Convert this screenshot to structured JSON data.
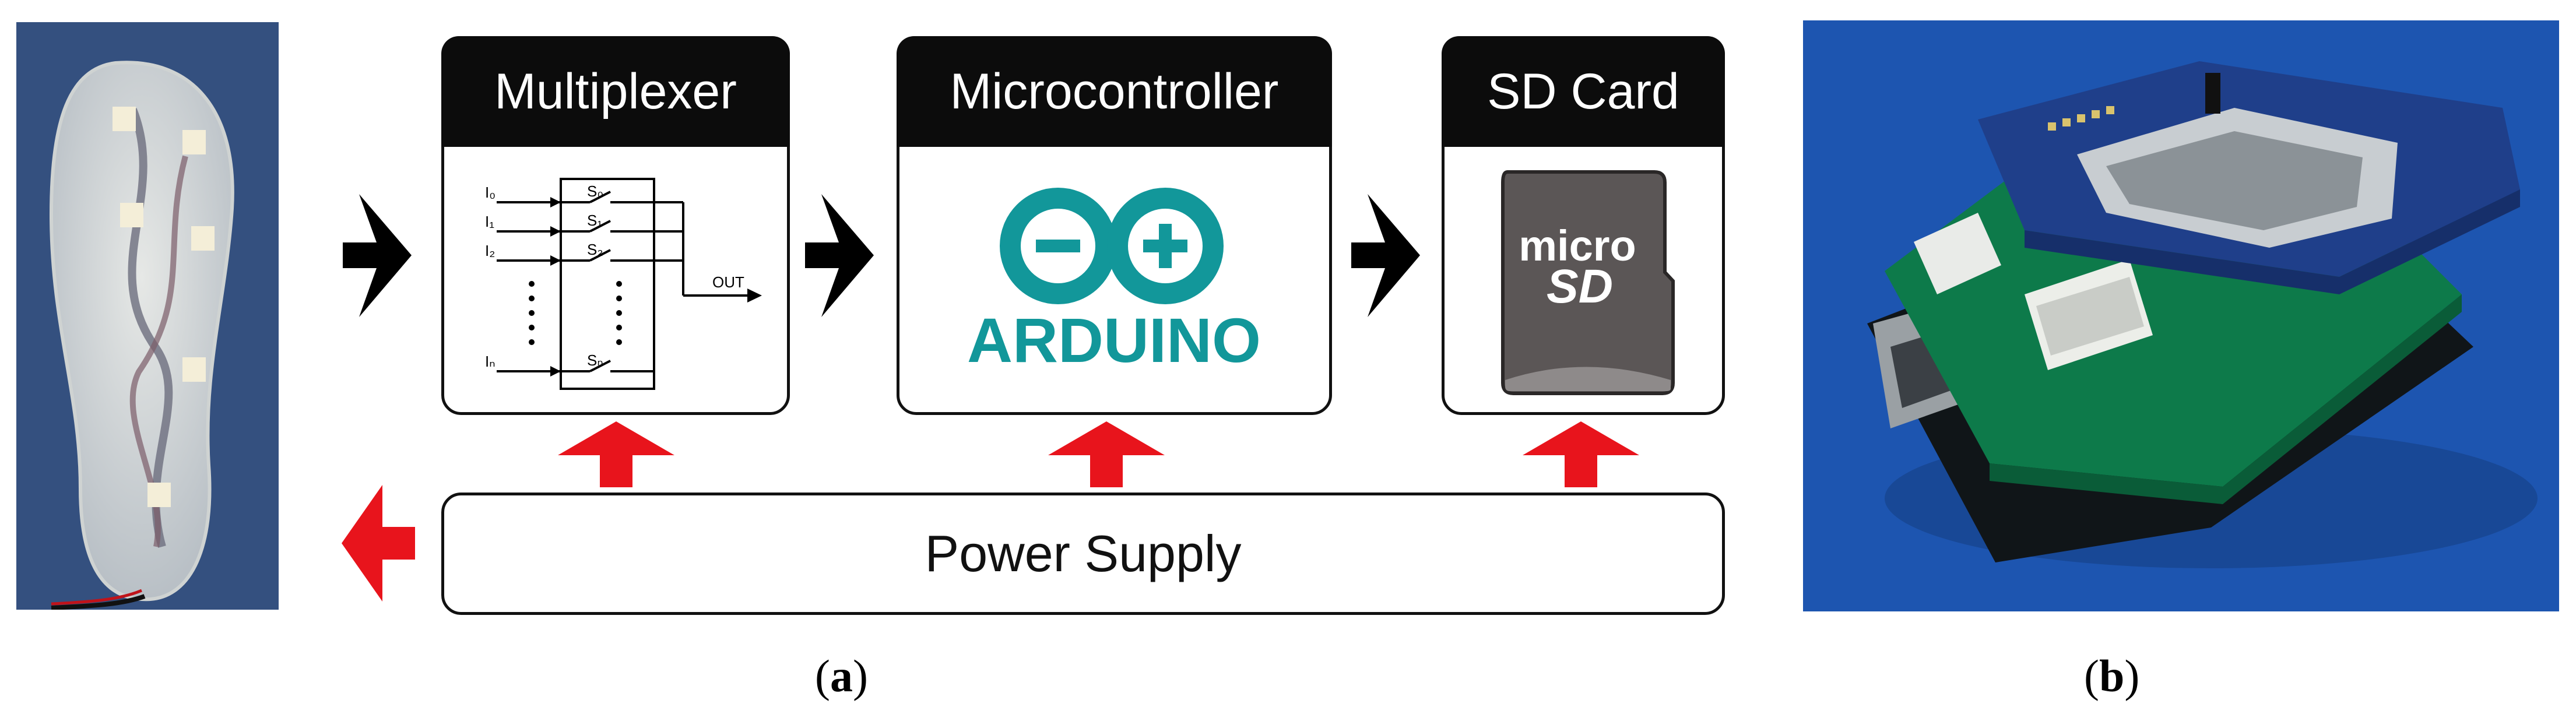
{
  "blocks": {
    "multiplexer": {
      "title": "Multiplexer",
      "inputs": [
        "I₀",
        "I₁",
        "I₂",
        "Iₙ"
      ],
      "switches": [
        "S₀",
        "S₁",
        "S₂",
        "Sₙ"
      ],
      "output": "OUT"
    },
    "microcontroller": {
      "title": "Microcontroller",
      "logo_text": "ARDUINO"
    },
    "sd_card": {
      "title": "SD Card",
      "logo_text_top": "micro",
      "logo_text_bottom": "SD"
    },
    "power_supply": {
      "label": "Power Supply"
    }
  },
  "captions": {
    "a": "a",
    "b": "b"
  },
  "colors": {
    "arrow_black": "#000000",
    "arrow_red": "#e8141c",
    "arduino_teal": "#12979a",
    "sd_card_gray": "#5b5656",
    "header_black": "#0c0c0c",
    "photo_blue": "#1d55b0"
  }
}
